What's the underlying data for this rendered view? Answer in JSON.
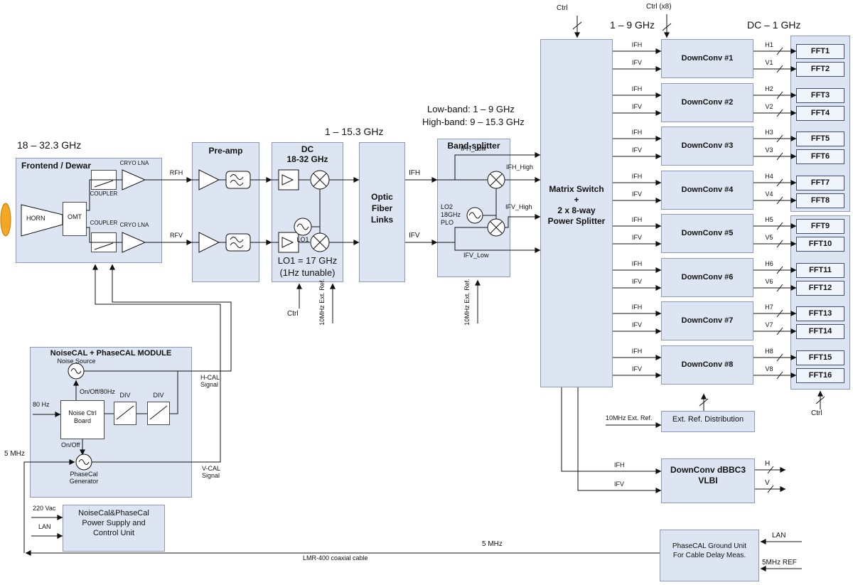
{
  "colors": {
    "box_fill": "#dee5f2",
    "box_border": "#8b99bb",
    "line": "#111111",
    "feed_orange": "#f5a623"
  },
  "ref10": "10MHz Ext. Ref.",
  "ifh": "IFH",
  "ifv": "IFV",
  "freq_if": "1 – 15.3 GHz",
  "top_labels": {
    "ctrl": "Ctrl",
    "ctrl_x8": "Ctrl (x8)",
    "freq_1_9": "1 – 9 GHz",
    "freq_dc_1": "DC – 1 GHz"
  },
  "frontend": {
    "freq": "18 – 32.3 GHz",
    "title": "Frontend / Dewar",
    "horn": "HORN",
    "omt": "OMT",
    "coupler": "COUPLER",
    "cryo_lna": "CRYO LNA",
    "rfh": "RFH",
    "rfv": "RFV"
  },
  "preamp": {
    "title": "Pre-amp"
  },
  "dc_block": {
    "title": "DC",
    "subtitle": "18-32 GHz",
    "lo1": "LO1",
    "lo1_line1": "LO1 = 17 GHz",
    "lo1_line2": "(1Hz tunable)"
  },
  "optic": {
    "l1": "Optic",
    "l2": "Fiber",
    "l3": "Links"
  },
  "bandsplitter": {
    "title": "Band-splitter",
    "low": "Low-band: 1 – 9 GHz",
    "high": "High-band: 9 – 15.3 GHz",
    "lo2_1": "LO2",
    "lo2_2": "18GHz",
    "lo2_3": "PLO",
    "ifh_low": "IFH_Low",
    "ifh_high": "IFH_High",
    "ifv_high": "IFV_High",
    "ifv_low": "IFV_Low"
  },
  "matrix": {
    "l1": "Matrix Switch",
    "l2": "+",
    "l3": "2 x 8-way",
    "l4": "Power Splitter"
  },
  "downconverters": [
    {
      "label": "DownConv #1",
      "h": "H1",
      "v": "V1"
    },
    {
      "label": "DownConv #2",
      "h": "H2",
      "v": "V2"
    },
    {
      "label": "DownConv #3",
      "h": "H3",
      "v": "V3"
    },
    {
      "label": "DownConv #4",
      "h": "H4",
      "v": "V4"
    },
    {
      "label": "DownConv #5",
      "h": "H5",
      "v": "V5"
    },
    {
      "label": "DownConv #6",
      "h": "H6",
      "v": "V6"
    },
    {
      "label": "DownConv #7",
      "h": "H7",
      "v": "V7"
    },
    {
      "label": "DownConv #8",
      "h": "H8",
      "v": "V8"
    }
  ],
  "ffts": [
    "FFT1",
    "FFT2",
    "FFT3",
    "FFT4",
    "FFT5",
    "FFT6",
    "FFT7",
    "FFT8",
    "FFT9",
    "FFT10",
    "FFT11",
    "FFT12",
    "FFT13",
    "FFT14",
    "FFT15",
    "FFT16"
  ],
  "ext_ref": {
    "label": "Ext. Ref. Distribution"
  },
  "dbbc3": {
    "l1": "DownConv dBBC3",
    "l2": "VLBI",
    "h": "H",
    "v": "V"
  },
  "module": {
    "title": "NoiseCAL + PhaseCAL MODULE",
    "noise_source": "Noise Source",
    "onoff80": "On/Off/80Hz",
    "hz80": "80 Hz",
    "board1": "Noise Ctrl",
    "board2": "Board",
    "onoff": "On/Off",
    "pc1": "PhaseCal",
    "pc2": "Generator",
    "div": "DIV",
    "hcal1": "H-CAL",
    "vcal1": "V-CAL",
    "signal": "Signal"
  },
  "psu": {
    "l1": "NoiseCal&PhaseCal",
    "l2": "Power Supply and",
    "l3": "Control Unit",
    "vac": "220 Vac",
    "lan": "LAN"
  },
  "ground_unit": {
    "l1": "PhaseCAL Ground Unit",
    "l2": "For Cable Delay Meas.",
    "lan": "LAN",
    "ref": "5MHz REF"
  },
  "coax": {
    "mhz5": "5 MHz",
    "cable": "LMR-400 coaxial cable"
  }
}
